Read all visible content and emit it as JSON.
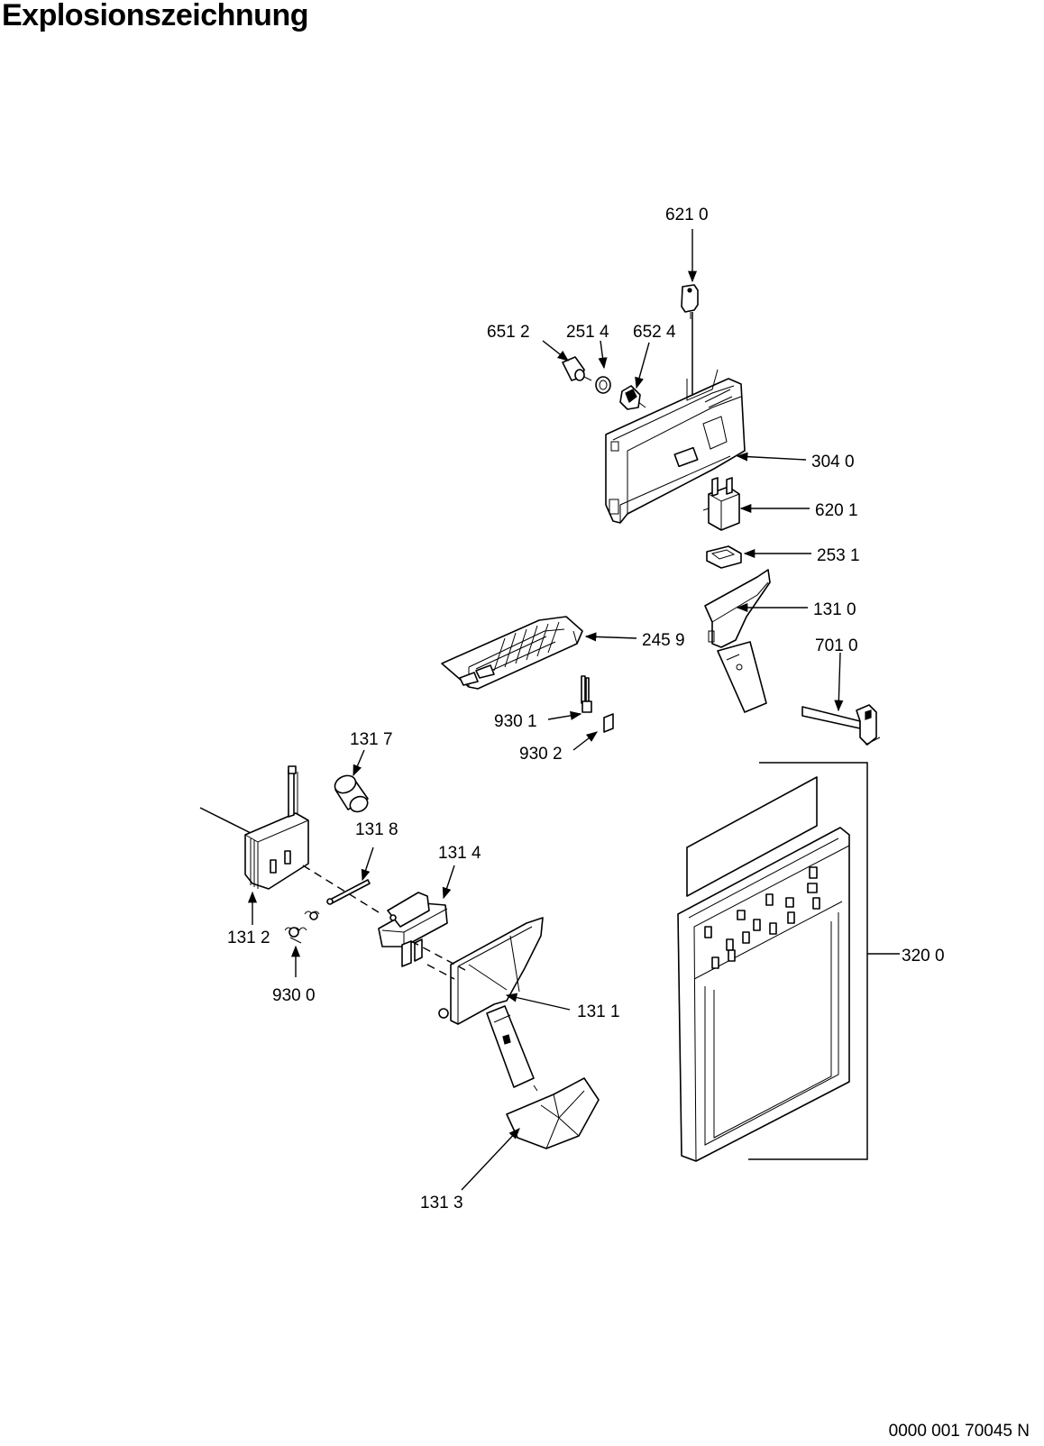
{
  "title": "Explosionszeichnung",
  "drawing_number": "0000 001 70045 N",
  "callouts": [
    {
      "id": "c6210",
      "label": "621 0"
    },
    {
      "id": "c6512",
      "label": "651 2"
    },
    {
      "id": "c2514",
      "label": "251 4"
    },
    {
      "id": "c6524",
      "label": "652 4"
    },
    {
      "id": "c3040",
      "label": "304 0"
    },
    {
      "id": "c6201",
      "label": "620 1"
    },
    {
      "id": "c2531",
      "label": "253 1"
    },
    {
      "id": "c1310",
      "label": "131 0"
    },
    {
      "id": "c2459",
      "label": "245 9"
    },
    {
      "id": "c7010",
      "label": "701 0"
    },
    {
      "id": "c9301",
      "label": "930 1"
    },
    {
      "id": "c9302",
      "label": "930 2"
    },
    {
      "id": "c1317",
      "label": "131 7"
    },
    {
      "id": "c1318",
      "label": "131 8"
    },
    {
      "id": "c1314",
      "label": "131 4"
    },
    {
      "id": "c1312",
      "label": "131 2"
    },
    {
      "id": "c9300",
      "label": "930 0"
    },
    {
      "id": "c1311",
      "label": "131 1"
    },
    {
      "id": "c3200",
      "label": "320 0"
    },
    {
      "id": "c1313",
      "label": "131 3"
    }
  ]
}
